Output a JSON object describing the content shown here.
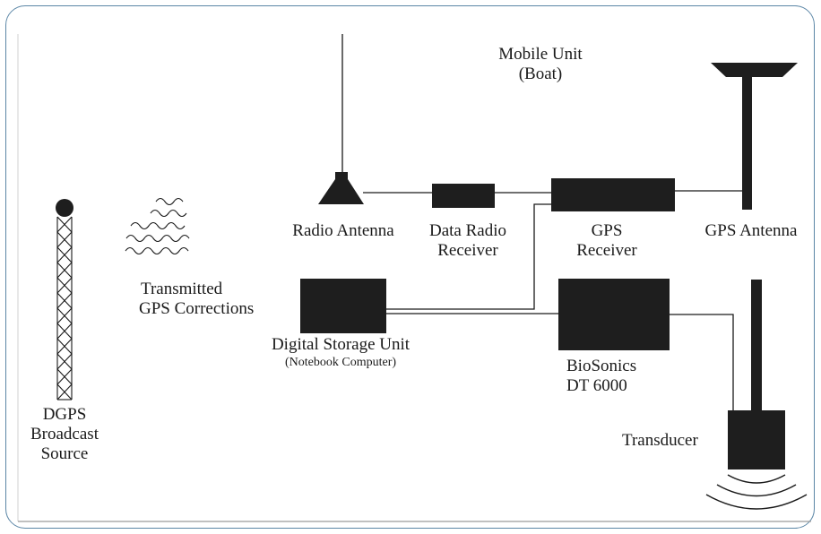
{
  "diagram": {
    "mobile_unit": {
      "line1": "Mobile Unit",
      "line2": "(Boat)"
    },
    "radio_antenna": "Radio Antenna",
    "data_radio_receiver": {
      "line1": "Data Radio",
      "line2": "Receiver"
    },
    "gps_receiver": {
      "line1": "GPS",
      "line2": "Receiver"
    },
    "gps_antenna": "GPS Antenna",
    "transmitted_corrections": {
      "line1": "Transmitted",
      "line2": "GPS Corrections"
    },
    "digital_storage_unit": {
      "line1": "Digital Storage Unit",
      "line2": "(Notebook Computer)"
    },
    "biosonics": {
      "line1": "BioSonics",
      "line2": "DT 6000"
    },
    "transducer": "Transducer",
    "dgps_source": {
      "line1": "DGPS",
      "line2": "Broadcast",
      "line3": "Source"
    },
    "colors": {
      "ink": "#1a1a1a",
      "device_fill": "#1e1e1e",
      "frame": "#5b86a6"
    }
  }
}
